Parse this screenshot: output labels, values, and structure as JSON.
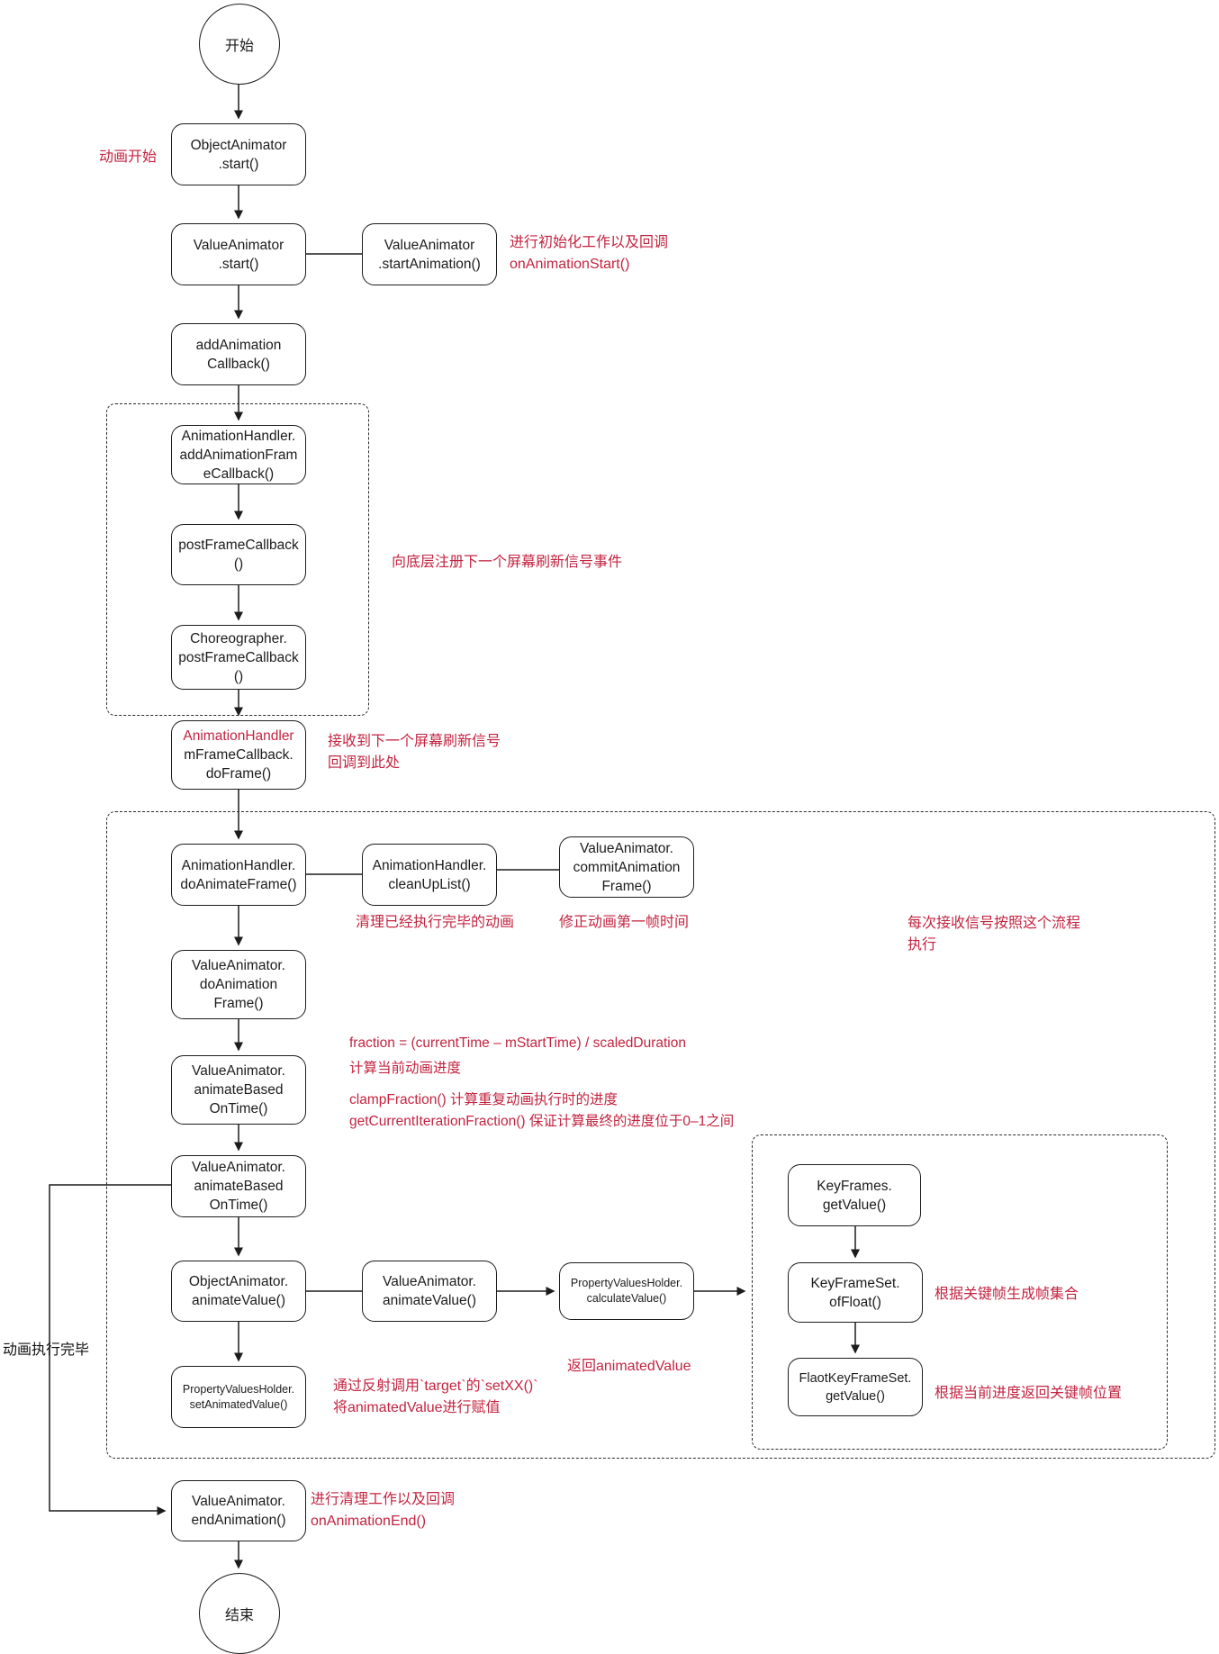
{
  "colors": {
    "accent": "#c32440",
    "line": "#1c1c1c"
  },
  "diagram": {
    "start_terminal": "开始",
    "end_terminal": "结束",
    "nodes": {
      "object_animator_start": "ObjectAnimator\n.start()",
      "value_animator_start": "ValueAnimator\n.start()",
      "value_animator_start_animation": "ValueAnimator\n.startAnimation()",
      "add_animation_callback": "addAnimation\nCallback()",
      "animation_handler_add_animation_frame_callback": "AnimationHandler.\naddAnimationFram\neCallback()",
      "post_frame_callback": "postFrameCallback\n()",
      "choreographer_post_frame_callback": "Choreographer.\npostFrameCallback\n()",
      "do_frame_highlight": "AnimationHandler",
      "do_frame_rest": "mFrameCallback.\ndoFrame()",
      "animation_handler_do_animate_frame": "AnimationHandler.\ndoAnimateFrame()",
      "animation_handler_clean_up_list": "AnimationHandler.\ncleanUpList()",
      "value_animator_commit_animation_frame": "ValueAnimator.\ncommitAnimation\nFrame()",
      "value_animator_do_animation_frame": "ValueAnimator.\ndoAnimation\nFrame()",
      "value_animator_animate_based_on_time_1": "ValueAnimator.\nanimateBased\nOnTime()",
      "value_animator_animate_based_on_time_2": "ValueAnimator.\nanimateBased\nOnTime()",
      "object_animator_animate_value": "ObjectAnimator.\nanimateValue()",
      "value_animator_animate_value": "ValueAnimator.\nanimateValue()",
      "property_values_holder_calculate_value": "PropertyValuesHolder.\ncalculateValue()",
      "property_values_holder_set_animated_value": "PropertyValuesHolder.\nsetAnimatedValue()",
      "key_frames_get_value": "KeyFrames.\ngetValue()",
      "key_frame_set_of_float": "KeyFrameSet.\nofFloat()",
      "flaot_key_frame_set_get_value": "FlaotKeyFrameSet.\ngetValue()",
      "value_animator_end_animation": "ValueAnimator.\nendAnimation()"
    },
    "annotations": {
      "anim_start": "动画开始",
      "init_note": "进行初始化工作以及回调\nonAnimationStart()",
      "register_note": "向底层注册下一个屏幕刷新信号事件",
      "receive_note": "接收到下一个屏幕刷新信号\n回调到此处",
      "cleanup_note": "清理已经执行完毕的动画",
      "commit_note": "修正动画第一帧时间",
      "per_signal_note": "每次接收信号按照这个流程\n执行",
      "fraction_note": "fraction = (currentTime – mStartTime) / scaledDuration\n计算当前动画进度",
      "clamp_note": "clampFraction() 计算重复动画执行时的进度\ngetCurrentIterationFraction() 保证计算最终的进度位于0–1之间",
      "keyframe_set_note": "根据关键帧生成帧集合",
      "keyframe_pos_note": "根据当前进度返回关键帧位置",
      "return_note": "返回animatedValue",
      "reflect_note": "通过反射调用`target`的`setXX()`\n将animatedValue进行赋值",
      "anim_done": "动画执行完毕",
      "end_note": "进行清理工作以及回调\nonAnimationEnd()"
    }
  }
}
